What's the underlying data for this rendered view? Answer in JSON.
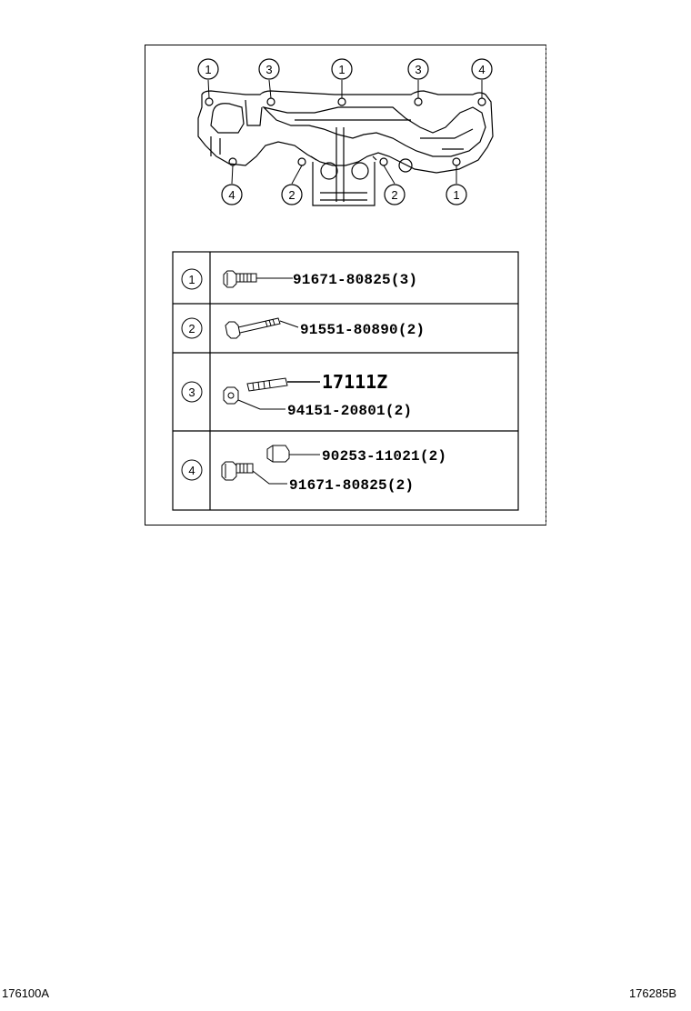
{
  "diagram": {
    "callouts": {
      "top": [
        "1",
        "3",
        "1",
        "3",
        "4"
      ],
      "bottom": [
        "4",
        "2",
        "2",
        "1"
      ]
    },
    "legend_rows": [
      {
        "key": "1",
        "lines": [
          "91671-80825(3)"
        ]
      },
      {
        "key": "2",
        "lines": [
          "91551-80890(2)"
        ]
      },
      {
        "key": "3",
        "lines": [
          "17111Z",
          "94151-20801(2)"
        ]
      },
      {
        "key": "4",
        "lines": [
          "90253-11021(2)",
          "91671-80825(2)"
        ]
      }
    ]
  },
  "footer": {
    "left_code": "176100A",
    "right_code": "176285B"
  }
}
